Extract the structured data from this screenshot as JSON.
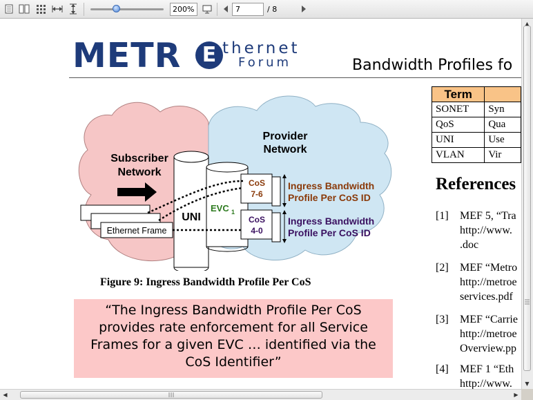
{
  "toolbar": {
    "zoom_value": "200%",
    "page_input": "7",
    "page_total": "/ 8"
  },
  "slide": {
    "logo_metro": "METR",
    "logo_e": "E",
    "logo_thernet": "thernet",
    "logo_forum": "Forum",
    "title": "Bandwidth Profiles fo"
  },
  "diagram": {
    "subscriber_network": [
      "Subscriber",
      "Network"
    ],
    "provider_network": [
      "Provider",
      "Network"
    ],
    "uni": "UNI",
    "evc": "EVC",
    "evc_sub": "1",
    "cos_top": [
      "CoS",
      "7-6"
    ],
    "cos_bottom": [
      "CoS",
      "4-0"
    ],
    "ingress_top": [
      "Ingress Bandwidth",
      "Profile Per CoS ID"
    ],
    "ingress_bottom": [
      "Ingress Bandwidth",
      "Profile Per CoS ID"
    ],
    "ethernet_frame": "Ethernet Frame",
    "colors": {
      "subscriber_cloud": "#f6c6c6",
      "provider_cloud": "#cfe6f3",
      "top_label": "#8a3a0a",
      "bottom_label": "#3a1060"
    }
  },
  "figure_caption": "Figure 9:  Ingress Bandwidth Profile Per CoS",
  "quote": "“The Ingress Bandwidth Profile Per CoS provides rate enforcement for all Service Frames for a given EVC … identified via the CoS Identifier”",
  "terms_table": {
    "header": "Term",
    "rows": [
      {
        "term": "SONET",
        "def": "Syn"
      },
      {
        "term": "QoS",
        "def": "Qua"
      },
      {
        "term": "UNI",
        "def": "Use"
      },
      {
        "term": "VLAN",
        "def": "Vir"
      }
    ]
  },
  "references": {
    "heading": "References",
    "items": [
      {
        "num": "[1]",
        "lines": [
          "MEF 5, “Tra",
          "http://www.",
          ".doc"
        ]
      },
      {
        "num": "[2]",
        "lines": [
          "MEF “Metro",
          "http://metroe",
          "services.pdf"
        ]
      },
      {
        "num": "[3]",
        "lines": [
          "MEF “Carrie",
          "http://metroe",
          "Overview.pp"
        ]
      },
      {
        "num": "[4]",
        "lines": [
          "MEF 1 “Eth",
          "http://www."
        ]
      }
    ]
  }
}
